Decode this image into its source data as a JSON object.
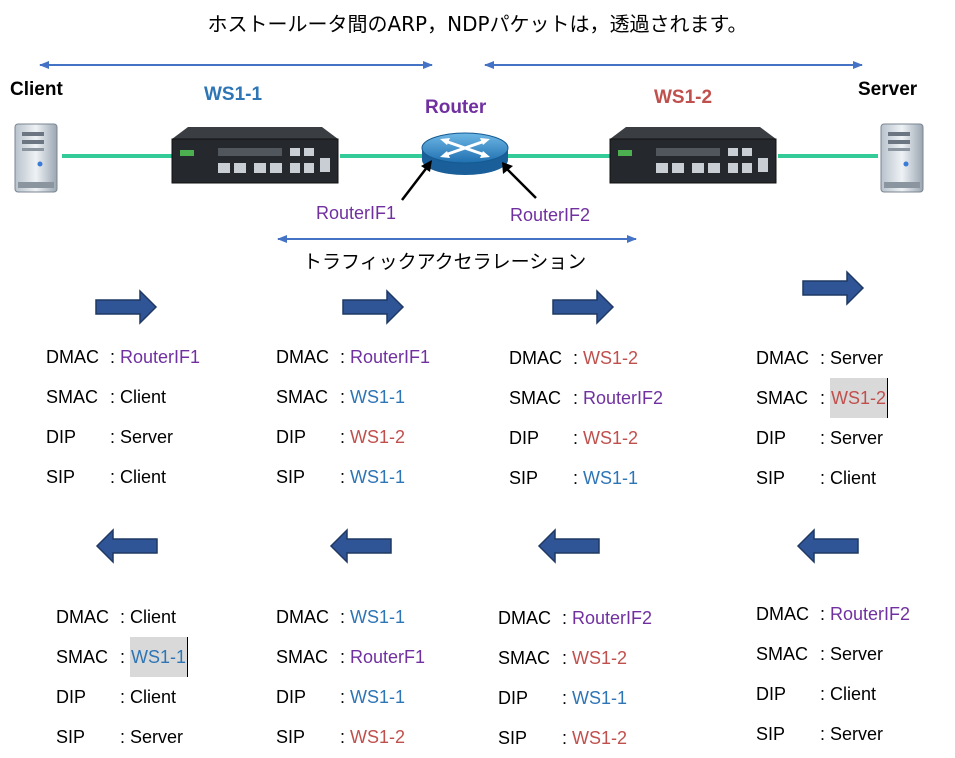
{
  "title": "ホストールータ間のARP，NDPパケットは，透過されます。",
  "nodes": {
    "client": "Client",
    "ws11": "WS1-1",
    "router": "Router",
    "ws12": "WS1-2",
    "server": "Server"
  },
  "router_interfaces": {
    "if1": "RouterIF1",
    "if2": "RouterIF2"
  },
  "acceleration_label": "トラフィックアクセラレーション",
  "colors": {
    "blue": "#2e75b6",
    "red": "#c0504d",
    "purple": "#7030a0",
    "link": "#33cc99",
    "arrow_fill": "#2f5597",
    "arrow_stroke": "#1f3864"
  },
  "forward": [
    {
      "rows": [
        {
          "key": "DMAC",
          "value": "RouterIF1",
          "color": "purple"
        },
        {
          "key": "SMAC",
          "value": "Client",
          "color": "black"
        },
        {
          "key": "DIP",
          "value": "Server",
          "color": "black"
        },
        {
          "key": "SIP",
          "value": "Client",
          "color": "black"
        }
      ]
    },
    {
      "rows": [
        {
          "key": "DMAC",
          "value": "RouterIF1",
          "color": "purple"
        },
        {
          "key": "SMAC",
          "value": "WS1-1",
          "color": "blue"
        },
        {
          "key": "DIP",
          "value": "WS1-2",
          "color": "red"
        },
        {
          "key": "SIP",
          "value": "WS1-1",
          "color": "blue"
        }
      ]
    },
    {
      "rows": [
        {
          "key": "DMAC",
          "value": "WS1-2",
          "color": "red"
        },
        {
          "key": "SMAC",
          "value": "RouterIF2",
          "color": "purple"
        },
        {
          "key": "DIP",
          "value": "WS1-2",
          "color": "red"
        },
        {
          "key": "SIP",
          "value": "WS1-1",
          "color": "blue"
        }
      ]
    },
    {
      "rows": [
        {
          "key": "DMAC",
          "value": "Server",
          "color": "black"
        },
        {
          "key": "SMAC",
          "value": "WS1-2",
          "color": "red",
          "highlight": true
        },
        {
          "key": "DIP",
          "value": "Server",
          "color": "black"
        },
        {
          "key": "SIP",
          "value": "Client",
          "color": "black"
        }
      ]
    }
  ],
  "backward": [
    {
      "rows": [
        {
          "key": "DMAC",
          "value": "Client",
          "color": "black"
        },
        {
          "key": "SMAC",
          "value": "WS1-1",
          "color": "blue",
          "highlight": true
        },
        {
          "key": "DIP",
          "value": "Client",
          "color": "black"
        },
        {
          "key": "SIP",
          "value": "Server",
          "color": "black"
        }
      ]
    },
    {
      "rows": [
        {
          "key": "DMAC",
          "value": "WS1-1",
          "color": "blue"
        },
        {
          "key": "SMAC",
          "value": "RouterF1",
          "color": "purple"
        },
        {
          "key": "DIP",
          "value": "WS1-1",
          "color": "blue"
        },
        {
          "key": "SIP",
          "value": "WS1-2",
          "color": "red"
        }
      ]
    },
    {
      "rows": [
        {
          "key": "DMAC",
          "value": "RouterIF2",
          "color": "purple"
        },
        {
          "key": "SMAC",
          "value": "WS1-2",
          "color": "red"
        },
        {
          "key": "DIP",
          "value": "WS1-1",
          "color": "blue"
        },
        {
          "key": "SIP",
          "value": "WS1-2",
          "color": "red"
        }
      ]
    },
    {
      "rows": [
        {
          "key": "DMAC",
          "value": "RouterIF2",
          "color": "purple"
        },
        {
          "key": "SMAC",
          "value": "Server",
          "color": "black"
        },
        {
          "key": "DIP",
          "value": "Client",
          "color": "black"
        },
        {
          "key": "SIP",
          "value": "Server",
          "color": "black"
        }
      ]
    }
  ]
}
